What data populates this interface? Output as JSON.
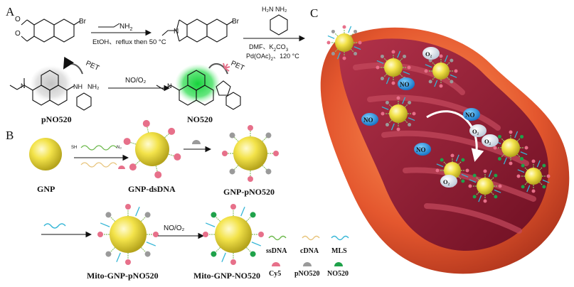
{
  "panels": {
    "a": "A",
    "b": "B",
    "c": "C"
  },
  "panel_a": {
    "reagent1_top": "NH",
    "reagent1_top_sub": "2",
    "reagent1_bottom": "EtOH、reflux then 50 °C",
    "reagent2_line1": "DMF、K",
    "reagent2_line1_sub": "2",
    "reagent2_line1_end": "CO",
    "reagent2_line1_sub2": "3",
    "reagent2_line2": "Pd(OAc)",
    "reagent2_line2_sub": "2",
    "reagent2_line2_end": "、120 °C",
    "diamine_label": "H₂N  NH₂",
    "br1": "Br",
    "br2": "Br",
    "o": "O",
    "n": "N",
    "nh": "NH",
    "nh2_end": "NH₂",
    "pet1": "PET",
    "pet2": "PET",
    "arrow3_label": "NO/O₂",
    "compound_left": "pNO520",
    "compound_right": "NO520"
  },
  "panel_b": {
    "sh": "SH",
    "n3": "N₃",
    "gnp": "GNP",
    "gnp_dsdna": "GNP-dsDNA",
    "gnp_pno520": "GNP-pNO520",
    "mito_gnp_pno520": "Mito-GNP-pNO520",
    "mito_gnp_no520": "Mito-GNP-NO520",
    "arrow_no_o2": "NO/O₂",
    "legend": {
      "ssdna": "ssDNA",
      "cdna": "cDNA",
      "mls": "MLS",
      "cy5": "Cy5",
      "pno520": "pNO520",
      "no520": "NO520"
    }
  },
  "panel_c": {
    "o2_badge": "O₂",
    "no_badge": "NO"
  },
  "colors": {
    "gold": "#f3e34a",
    "gold_dark": "#b5a41c",
    "cy5": "#e7708a",
    "pno520": "#9a9a9a",
    "no520": "#1fa24a",
    "ssdna": "#6bb84a",
    "cdna": "#e7c37a",
    "mls": "#35b6d6",
    "mito_outer": "#e4572e",
    "mito_inner": "#8b1a2e",
    "no_badge": "#1e8fe0"
  }
}
